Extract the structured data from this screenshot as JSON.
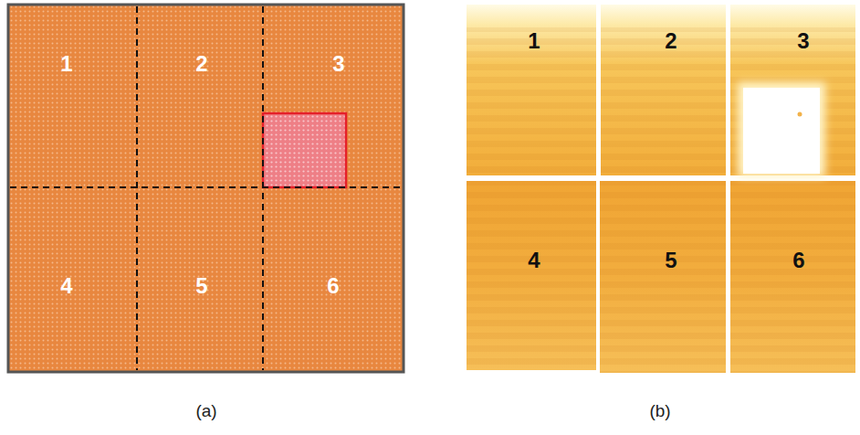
{
  "diagram": {
    "nodes": [
      {
        "text": [
          "1"
        ]
      },
      {
        "text": [
          "2"
        ]
      },
      {
        "text": [
          "3"
        ]
      },
      {
        "text": [
          "4"
        ]
      },
      {
        "text": [
          "5"
        ]
      },
      {
        "text": [
          "6"
        ]
      },
      {
        "text": [
          "1"
        ]
      },
      {
        "text": [
          "2"
        ]
      },
      {
        "text": [
          "3"
        ]
      },
      {
        "text": [
          "4"
        ]
      },
      {
        "text": [
          "5"
        ]
      },
      {
        "text": [
          "6"
        ]
      }
    ],
    "labels": [
      "(a)",
      "(b)"
    ]
  }
}
